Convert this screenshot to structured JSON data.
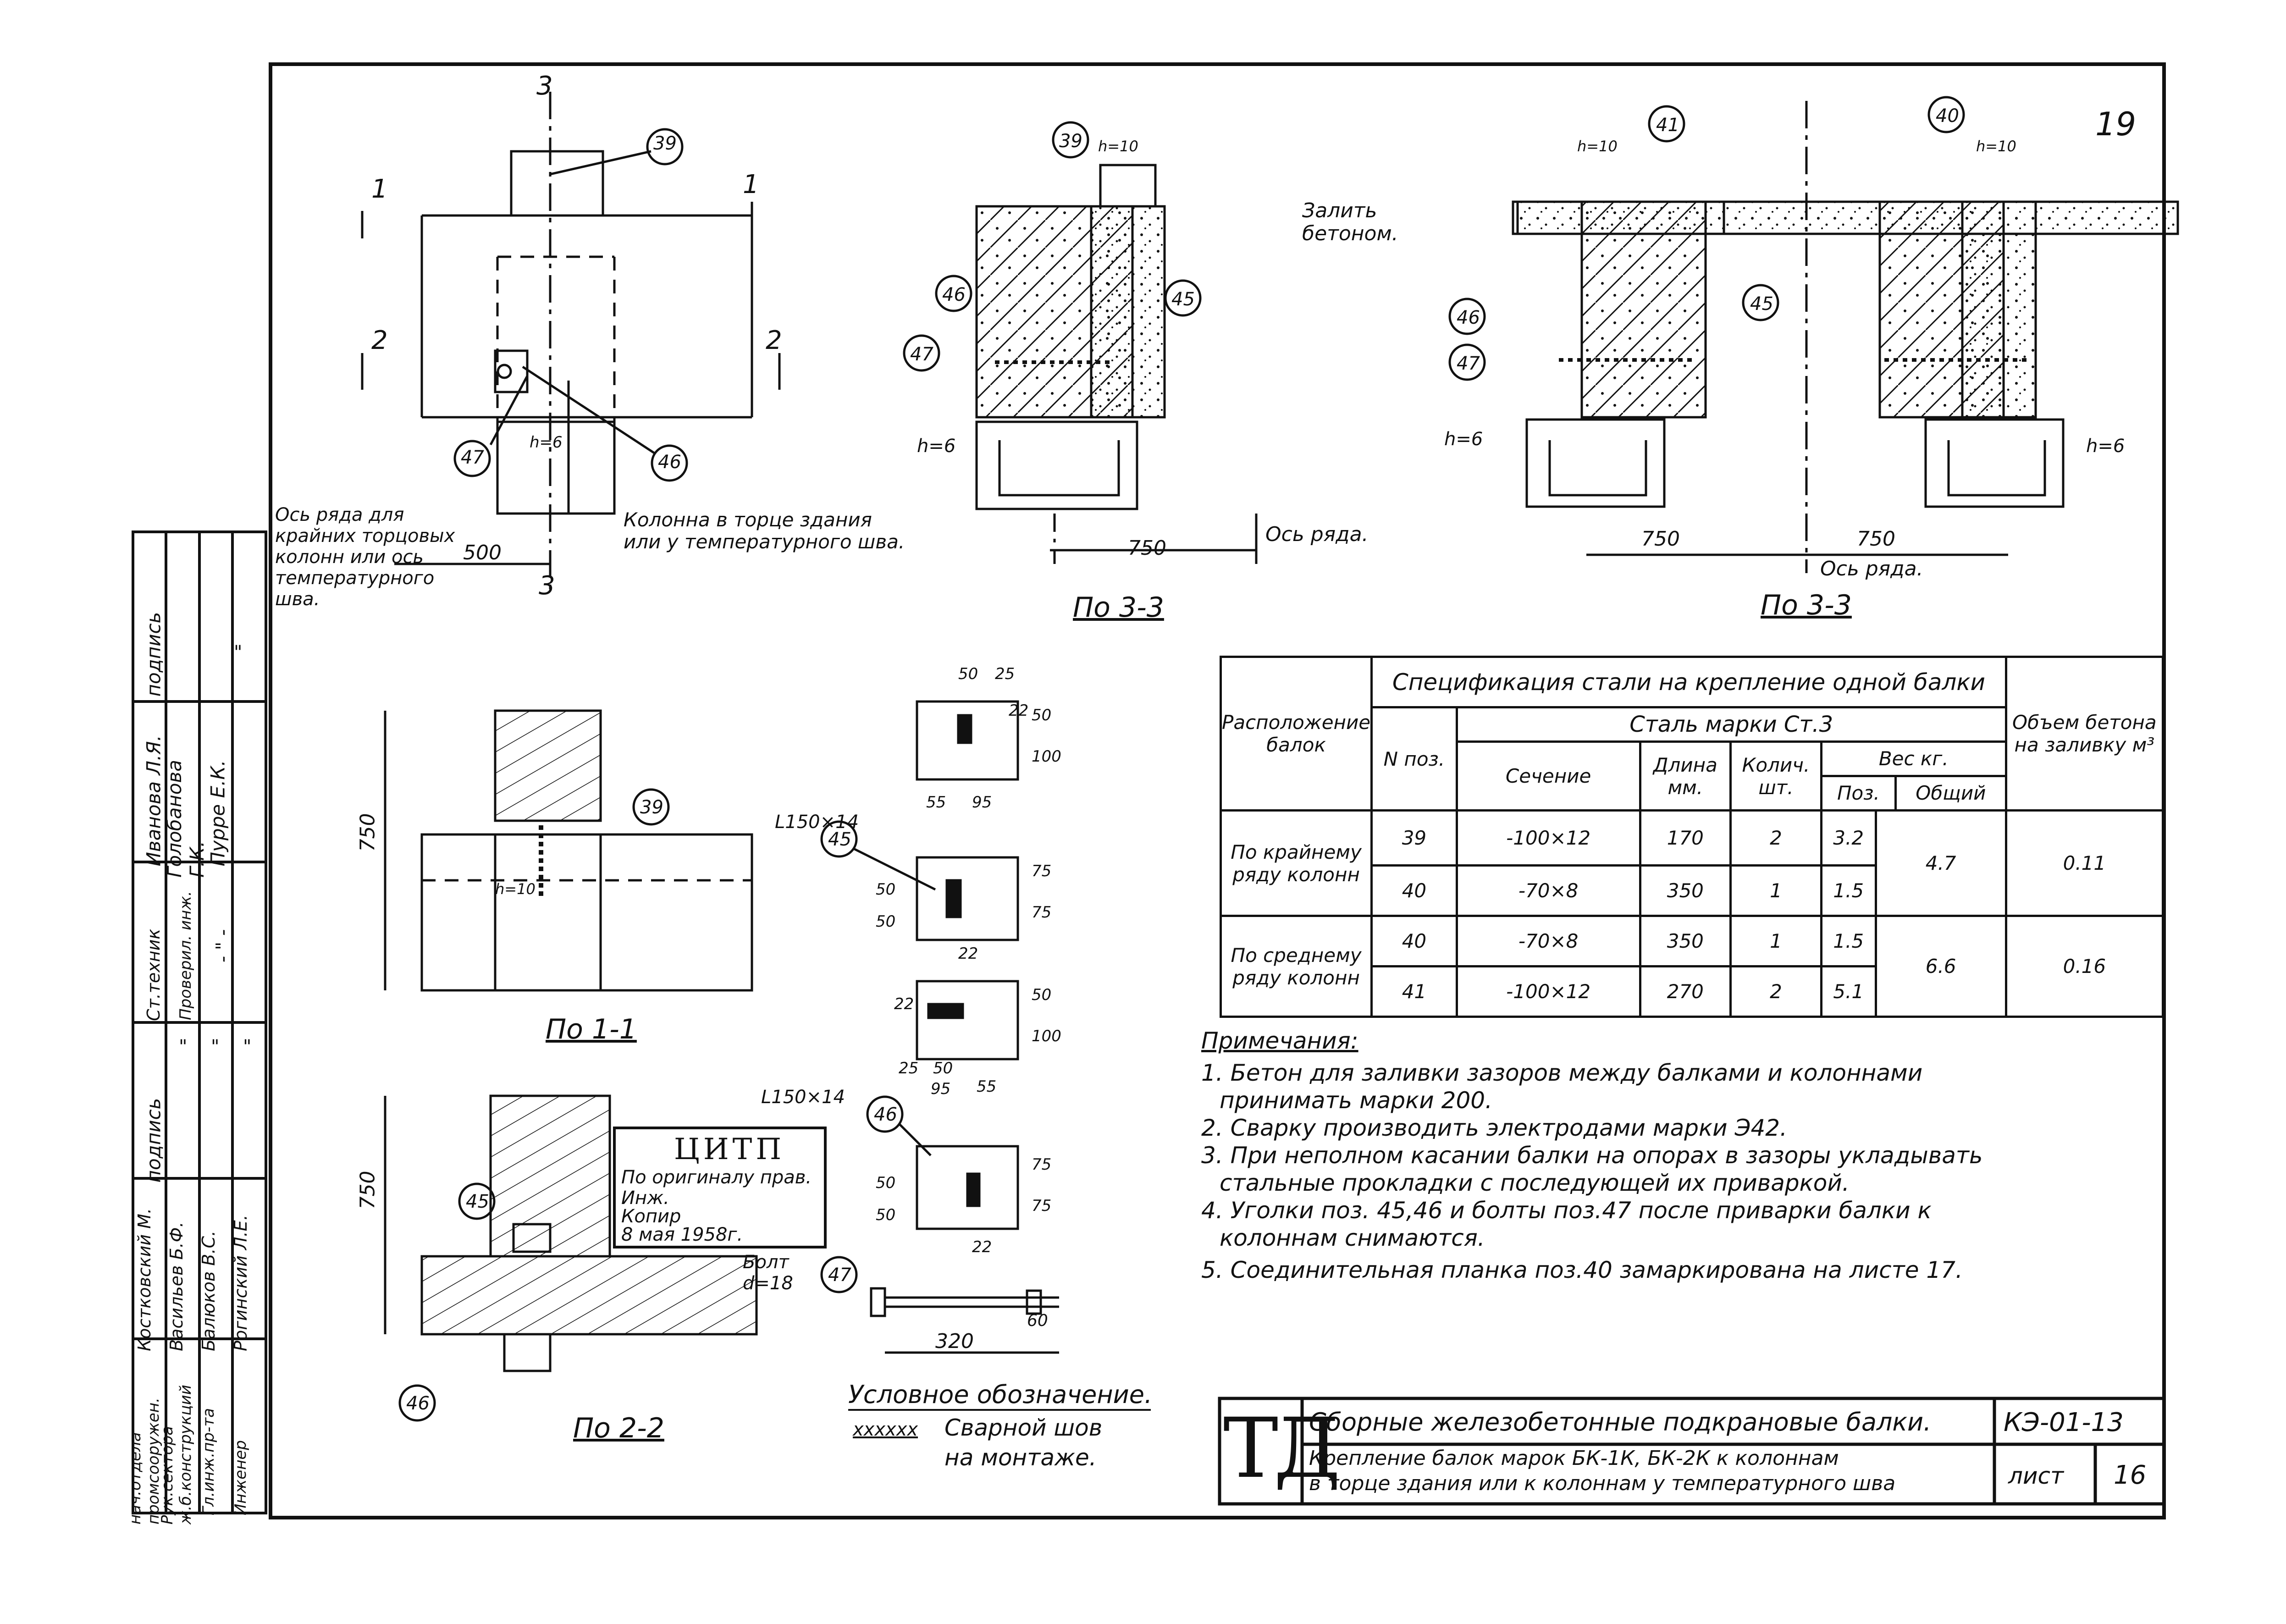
{
  "sheet": {
    "page_number": "19",
    "code": "КЭ-01-13",
    "sheet_label": "лист",
    "sheet_number": "16",
    "logo": "ТД",
    "title_line1": "Сборные железобетонные подкрановые балки.",
    "title_line2": "Крепление балок марок БК-1К, БК-2К к колоннам",
    "title_line3": "в торце здания или к колоннам у температурного шва"
  },
  "side_stamp": {
    "col_headers": [
      "подпись",
      "Иванова Л.Я.",
      "Голобанова Г.К.",
      "Пурре Е.К."
    ],
    "roles_left": [
      "нач.отдела промсооружен.",
      "Рук.сектора ж.б.конструкций",
      "Гл.инж.пр-та",
      "Инженер"
    ],
    "names_left": [
      "Костковский М.",
      "Васильев Б.Ф.",
      "Балюков В.С.",
      "Рогинский Л.Е."
    ],
    "sig_left_header": "подпись",
    "sig_left": [
      "\"",
      "\"",
      "\""
    ],
    "roles_right": [
      "Ст.техник",
      "Проверил. инж."
    ],
    "sig_right": [
      "\"",
      "- \" -"
    ]
  },
  "views": {
    "plan_left": {
      "section_marks": [
        "3",
        "3",
        "1",
        "1",
        "2",
        "2"
      ],
      "balloons": [
        "39",
        "47",
        "46"
      ],
      "weld_h": "h=6",
      "dim_500": "500",
      "axis_note": "Ось ряда для крайних торцовых колонн или ось температурного шва.",
      "column_note": "Колонна в торце здания или у температурного шва."
    },
    "section_33_a": {
      "caption": "По 3-3",
      "balloons": [
        "39",
        "46",
        "45",
        "47"
      ],
      "h10": "h=10",
      "h6": "h=6",
      "dim": "750",
      "axis": "Ось ряда.",
      "fill_note": "Залить бетоном."
    },
    "section_33_b": {
      "caption": "По 3-3",
      "balloons": [
        "41",
        "40",
        "46",
        "45",
        "47"
      ],
      "h10a": "h=10",
      "h10b": "h=10",
      "h6a": "h=6",
      "h6b": "h=6",
      "dim_left": "750",
      "dim_right": "750",
      "axis": "Ось ряда."
    },
    "section_11": {
      "caption": "По 1-1",
      "dim": "750",
      "balloon": "39",
      "h10": "h=10"
    },
    "section_22": {
      "caption": "По 2-2",
      "dim": "750",
      "balloons": [
        "45",
        "46"
      ]
    },
    "angles": {
      "angle1_label": "L150×14",
      "angle2_label": "L150×14",
      "balloon1": "45",
      "balloon2": "46",
      "dims_top": [
        "50",
        "25",
        "22",
        "50",
        "100",
        "55",
        "95"
      ],
      "dims_mid": [
        "75",
        "75",
        "50",
        "50",
        "22"
      ],
      "dims_c": [
        "22",
        "50",
        "100",
        "25",
        "50",
        "95",
        "55"
      ],
      "dims_bot": [
        "75",
        "75",
        "50",
        "50",
        "22"
      ]
    },
    "bolt": {
      "label": "Болт d=18",
      "balloon": "47",
      "dim_len": "320",
      "dim_thread": "60"
    },
    "legend": {
      "title": "Условное обозначение.",
      "symbol": "xxxxxx",
      "text1": "Сварной шов",
      "text2": "на монтаже."
    }
  },
  "citp_stamp": {
    "title": "ЦИТП",
    "line1": "По оригиналу прав.",
    "line2": "Инж.",
    "line3": "Копир",
    "line4": "8 мая 1958г."
  },
  "spec_table": {
    "title": "Спецификация стали на крепление одной балки",
    "col_location": "Расположение балок",
    "col_pos": "N поз.",
    "steel_grade": "Сталь марки Ст.3",
    "col_section": "Сечение",
    "col_length": "Длина мм.",
    "col_qty": "Колич. шт.",
    "col_weight": "Вес кг.",
    "col_wpos": "Поз.",
    "col_wtotal": "Общий",
    "col_concrete": "Объем бетона на заливку м³",
    "groups": [
      {
        "location": "По крайнему ряду колонн",
        "total": "4.7",
        "concrete": "0.11",
        "rows": [
          {
            "pos": "39",
            "section": "-100×12",
            "length": "170",
            "qty": "2",
            "wpos": "3.2"
          },
          {
            "pos": "40",
            "section": "-70×8",
            "length": "350",
            "qty": "1",
            "wpos": "1.5"
          }
        ]
      },
      {
        "location": "По среднему ряду колонн",
        "total": "6.6",
        "concrete": "0.16",
        "rows": [
          {
            "pos": "40",
            "section": "-70×8",
            "length": "350",
            "qty": "1",
            "wpos": "1.5"
          },
          {
            "pos": "41",
            "section": "-100×12",
            "length": "270",
            "qty": "2",
            "wpos": "5.1"
          }
        ]
      }
    ]
  },
  "notes": {
    "title": "Примечания:",
    "items": [
      "1. Бетон для заливки зазоров между балками и колоннами",
      "принимать марки 200.",
      "2. Сварку производить электродами марки Э42.",
      "3. При неполном касании балки на опорах в зазоры укладывать",
      "стальные прокладки с последующей их приваркой.",
      "4. Уголки поз. 45,46 и болты поз.47 после приварки балки к",
      "колоннам снимаются.",
      "5. Соединительная планка поз.40 замаркирована на листе 17."
    ]
  }
}
